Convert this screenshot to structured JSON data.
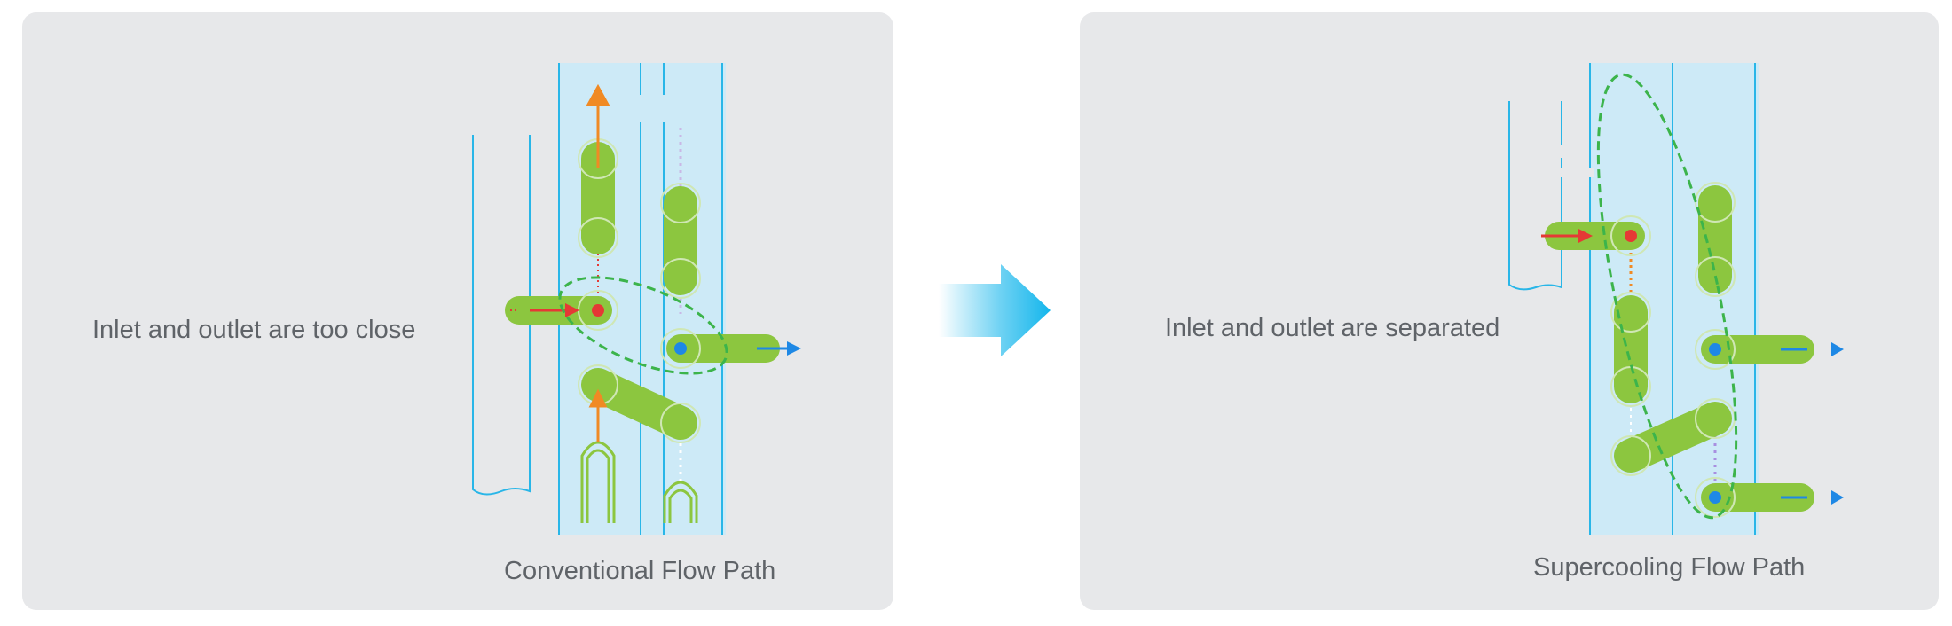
{
  "left_panel": {
    "side_label": "Inlet and outlet are too close",
    "caption": "Conventional Flow Path"
  },
  "right_panel": {
    "side_label": "Inlet and outlet are separated",
    "caption": "Supercooling Flow Path"
  },
  "colors": {
    "panel_bg": "#e7e8ea",
    "channel_fill": "#cdeaf7",
    "channel_line": "#29b6e8",
    "tube_green": "#8cc63f",
    "dashed_ellipse": "#3cb44b",
    "inlet_red": "#e53935",
    "outlet_blue": "#1e88e5",
    "arrow_orange": "#f08a24",
    "label_text": "#5f6368"
  },
  "icons": {
    "transition_arrow": "right-arrow-icon"
  }
}
